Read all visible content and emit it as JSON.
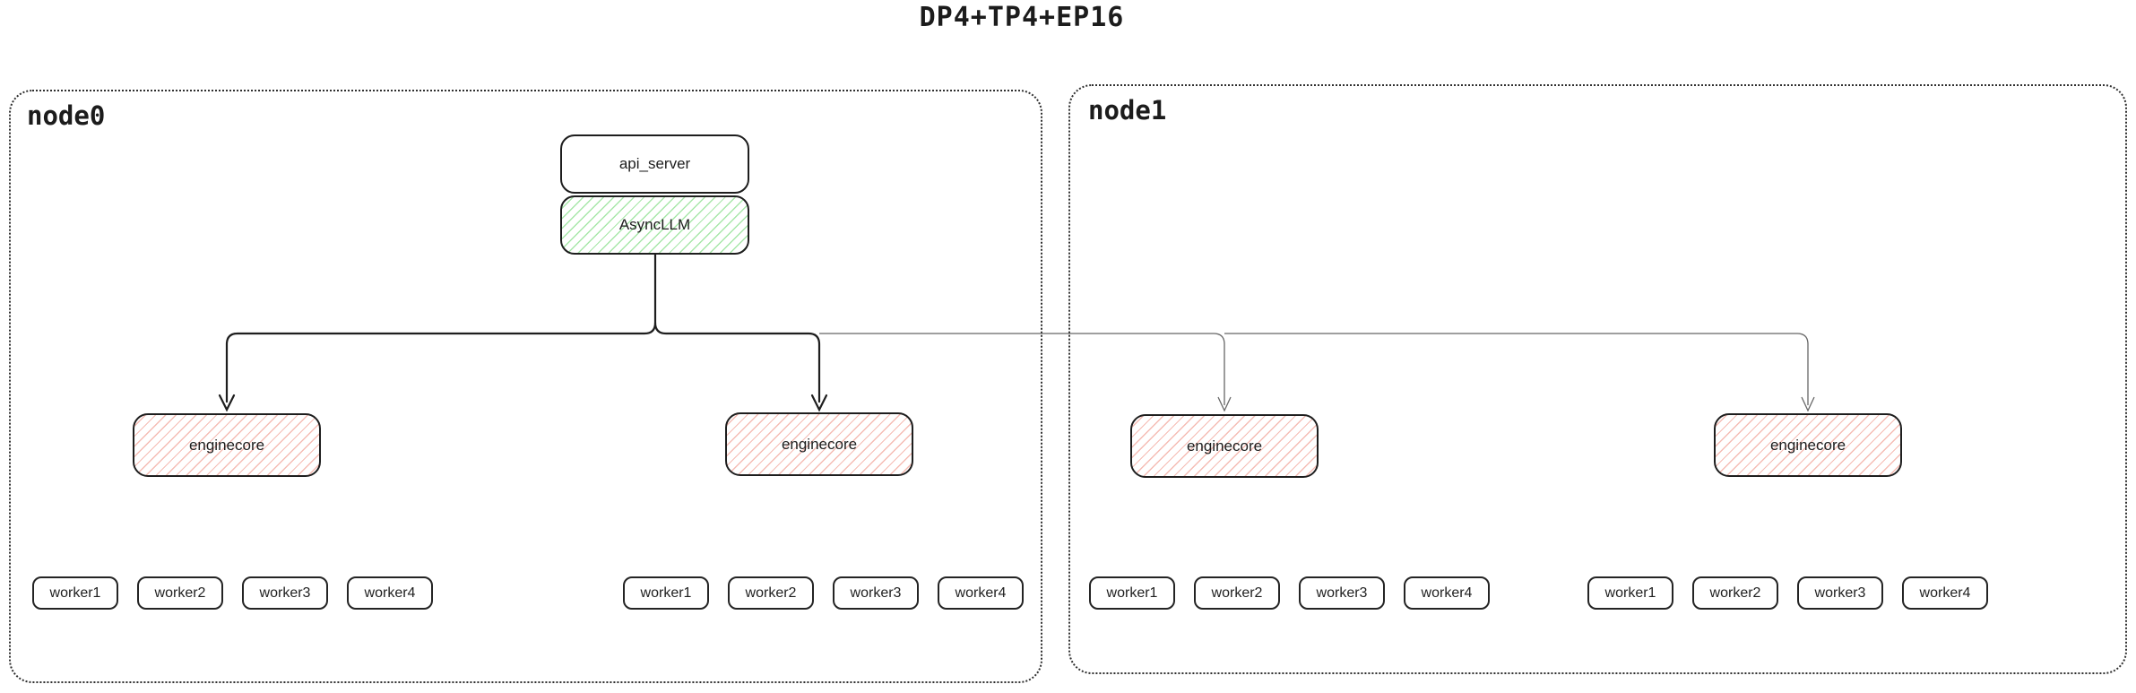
{
  "title": "DP4+TP4+EP16",
  "colors": {
    "box_border": "#1e1e1e",
    "node_border_dotted": "#2f2f2f",
    "green_hatch": "#a7e7a9",
    "red_hatch": "#f5bcb4",
    "thick_connector": "#1e1e1e",
    "thin_connector": "#666666"
  },
  "api_server": {
    "label": "api_server"
  },
  "async_llm": {
    "label": "AsyncLLM"
  },
  "nodes": [
    {
      "label": "node0",
      "groups": [
        {
          "enginecore_label": "enginecore",
          "workers": [
            "worker1",
            "worker2",
            "worker3",
            "worker4"
          ]
        },
        {
          "enginecore_label": "enginecore",
          "workers": [
            "worker1",
            "worker2",
            "worker3",
            "worker4"
          ]
        }
      ]
    },
    {
      "label": "node1",
      "groups": [
        {
          "enginecore_label": "enginecore",
          "workers": [
            "worker1",
            "worker2",
            "worker3",
            "worker4"
          ]
        },
        {
          "enginecore_label": "enginecore",
          "workers": [
            "worker1",
            "worker2",
            "worker3",
            "worker4"
          ]
        }
      ]
    }
  ]
}
